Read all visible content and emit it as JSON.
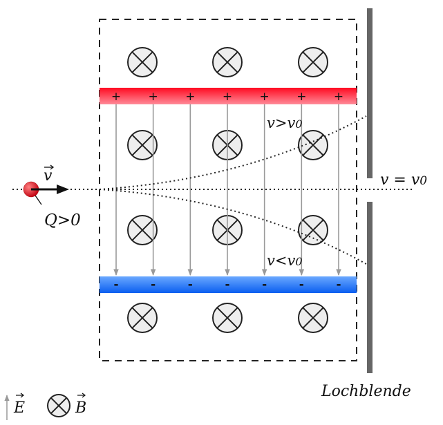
{
  "labels": {
    "velocity_symbol": "v",
    "charge": "Q>0",
    "faster": "v>v",
    "faster_sub": "0",
    "slower": "v<v",
    "slower_sub": "0",
    "equal": "v = v",
    "equal_sub": "0",
    "aperture": "Lochblende",
    "legend_E": "E",
    "legend_B": "B"
  },
  "plates": {
    "top_sign": "+",
    "bottom_sign": "-",
    "sign_count": 7,
    "top_color": "#ff1a2e",
    "bottom_color": "#1a6ef5"
  },
  "field": {
    "line_count": 7,
    "b_symbol_rows": 4,
    "b_symbol_cols": 3,
    "line_color": "#999999"
  },
  "colors": {
    "particle": "#e01020",
    "aperture": "#666666"
  }
}
